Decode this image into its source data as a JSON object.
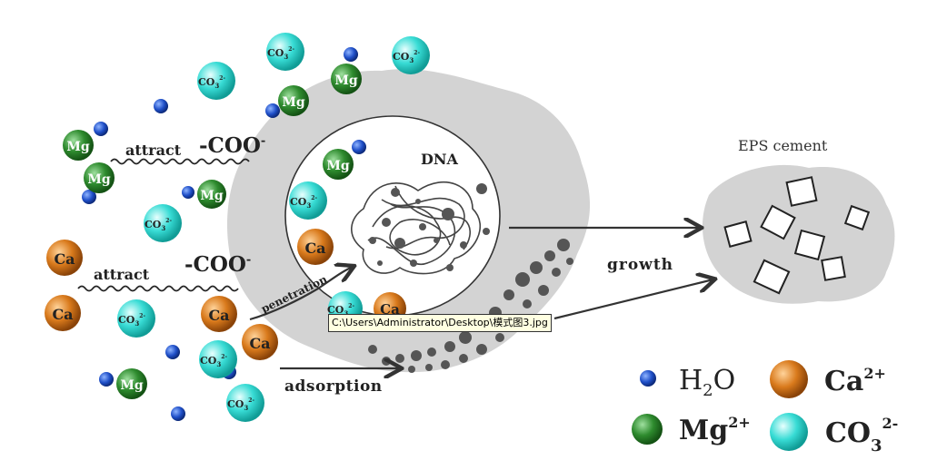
{
  "labels": {
    "dna": "DNA",
    "eps_cement": "EPS cement",
    "growth": "growth",
    "adsorption": "adsorption",
    "penetration": "penetration",
    "attract_1": "attract",
    "attract_2": "attract",
    "coo_1": "-COO",
    "coo_2": "-COO",
    "coo_charge": "-"
  },
  "ions": {
    "mg": "Mg",
    "ca": "Ca",
    "co3": "CO",
    "co3_sub": "3",
    "co3_sup": "2-"
  },
  "legend": {
    "h2o_main": "H",
    "h2o_sub": "2",
    "h2o_tail": "O",
    "mg": "Mg",
    "mg_sup": "2+",
    "ca": "Ca",
    "ca_sup": "2+",
    "co3": "CO",
    "co3_sub": "3",
    "co3_sup": "2-"
  },
  "tooltip": {
    "text": "C:\\Users\\Administrator\\Desktop\\模式图3.jpg"
  },
  "colors": {
    "h2o": "#1f4fc8",
    "mg": "#2e8b2e",
    "ca": "#d97a1c",
    "co3": "#2fd6cf",
    "eps": "#d4d4d4",
    "dots": "#555555"
  }
}
